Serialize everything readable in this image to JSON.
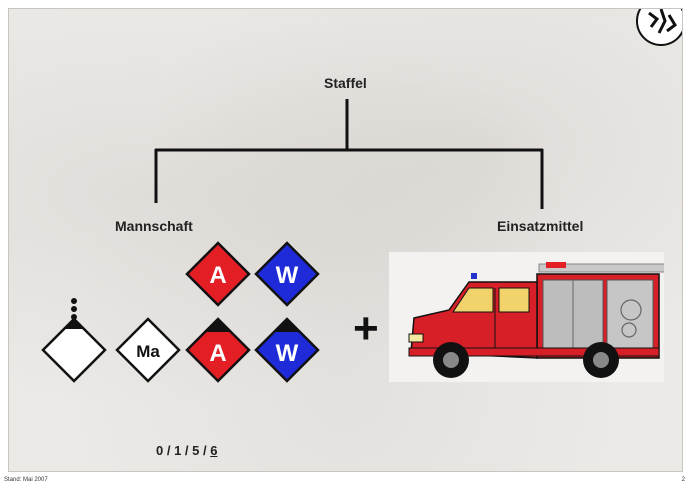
{
  "diagram": {
    "root": "Staffel",
    "left_branch": "Mannschaft",
    "right_branch": "Einsatzmittel"
  },
  "symbols": {
    "top_row": [
      "A",
      "W"
    ],
    "bottom_row": [
      "",
      "Ma",
      "A",
      "W"
    ]
  },
  "strength": {
    "prefix": "0 / 1 / 5 / ",
    "total": "6"
  },
  "footer": {
    "date_text": "Stand: Mai 2007",
    "page": "2"
  },
  "colors": {
    "red": "#e31e24",
    "blue": "#1f2bd9",
    "black": "#111111",
    "truck_red": "#d61f26"
  }
}
